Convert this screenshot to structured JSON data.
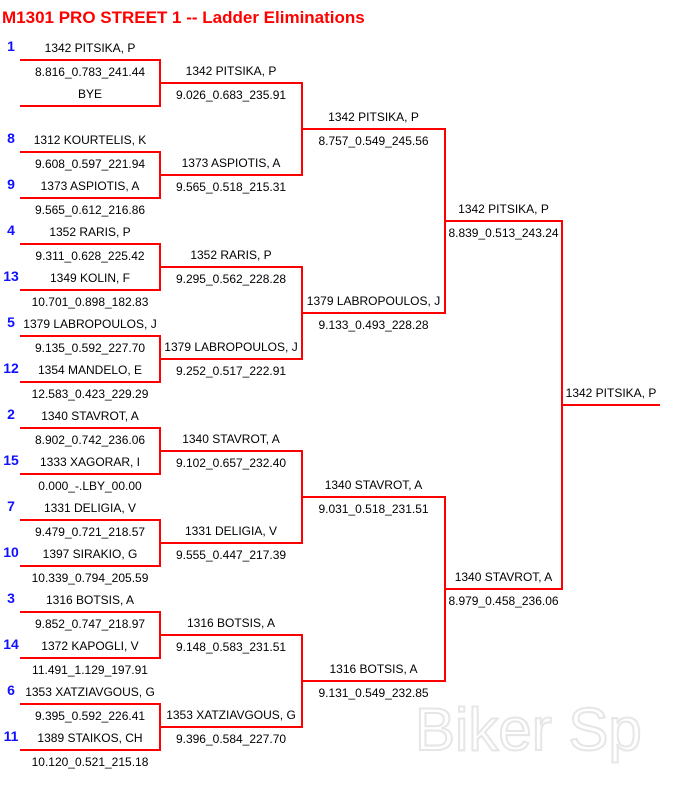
{
  "title": "M1301 PRO STREET 1 -- Ladder Eliminations",
  "watermark": "Biker Sp",
  "colors": {
    "lines": "#ff0000",
    "seeds": "#1010ff",
    "title": "#ff0000"
  },
  "rounds": [
    [
      {
        "seed": "1",
        "name": "1342 PITSIKA, P",
        "time": "8.816_0.783_241.44"
      },
      {
        "seed": "",
        "name": "BYE",
        "time": ""
      },
      {
        "seed": "8",
        "name": "1312 KOURTELIS, K",
        "time": "9.608_0.597_221.94"
      },
      {
        "seed": "9",
        "name": "1373 ASPIOTIS, A",
        "time": "9.565_0.612_216.86"
      },
      {
        "seed": "4",
        "name": "1352 RARIS, P",
        "time": "9.311_0.628_225.42"
      },
      {
        "seed": "13",
        "name": "1349 KOLIN, F",
        "time": "10.701_0.898_182.83"
      },
      {
        "seed": "5",
        "name": "1379 LABROPOULOS, J",
        "time": "9.135_0.592_227.70"
      },
      {
        "seed": "12",
        "name": "1354 MANDELO, E",
        "time": "12.583_0.423_229.29"
      },
      {
        "seed": "2",
        "name": "1340 STAVROT, A",
        "time": "8.902_0.742_236.06"
      },
      {
        "seed": "15",
        "name": "1333 XAGORAR, I",
        "time": "0.000_-.LBY_00.00"
      },
      {
        "seed": "7",
        "name": "1331 DELIGIA, V",
        "time": "9.479_0.721_218.57"
      },
      {
        "seed": "10",
        "name": "1397 SIRAKIO, G",
        "time": "10.339_0.794_205.59"
      },
      {
        "seed": "3",
        "name": "1316 BOTSIS, A",
        "time": "9.852_0.747_218.97"
      },
      {
        "seed": "14",
        "name": "1372 KAPOGLI, V",
        "time": "11.491_1.129_197.91"
      },
      {
        "seed": "6",
        "name": "1353 XATZIAVGOUS, G",
        "time": "9.395_0.592_226.41"
      },
      {
        "seed": "11",
        "name": "1389 STAIKOS, CH",
        "time": "10.120_0.521_215.18"
      }
    ],
    [
      {
        "name": "1342 PITSIKA, P",
        "time": "9.026_0.683_235.91"
      },
      {
        "name": "1373 ASPIOTIS, A",
        "time": "9.565_0.518_215.31"
      },
      {
        "name": "1352 RARIS, P",
        "time": "9.295_0.562_228.28"
      },
      {
        "name": "1379 LABROPOULOS, J",
        "time": "9.252_0.517_222.91"
      },
      {
        "name": "1340 STAVROT, A",
        "time": "9.102_0.657_232.40"
      },
      {
        "name": "1331 DELIGIA, V",
        "time": "9.555_0.447_217.39"
      },
      {
        "name": "1316 BOTSIS, A",
        "time": "9.148_0.583_231.51"
      },
      {
        "name": "1353 XATZIAVGOUS, G",
        "time": "9.396_0.584_227.70"
      }
    ],
    [
      {
        "name": "1342 PITSIKA, P",
        "time": "8.757_0.549_245.56"
      },
      {
        "name": "1379 LABROPOULOS, J",
        "time": "9.133_0.493_228.28"
      },
      {
        "name": "1340 STAVROT, A",
        "time": "9.031_0.518_231.51"
      },
      {
        "name": "1316 BOTSIS, A",
        "time": "9.131_0.549_232.85"
      }
    ],
    [
      {
        "name": "1342 PITSIKA, P",
        "time": "8.839_0.513_243.24"
      },
      {
        "name": "1340 STAVROT, A",
        "time": "8.979_0.458_236.06"
      }
    ],
    [
      {
        "name": "1342 PITSIKA, P",
        "time": ""
      }
    ]
  ]
}
